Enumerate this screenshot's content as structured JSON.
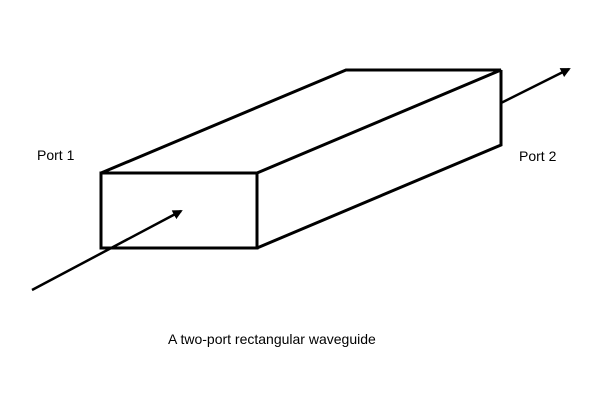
{
  "labels": {
    "port1": "Port 1",
    "port2": "Port 2",
    "caption": "A two-port rectangular waveguide"
  },
  "colors": {
    "stroke": "#000000",
    "background": "#ffffff"
  }
}
